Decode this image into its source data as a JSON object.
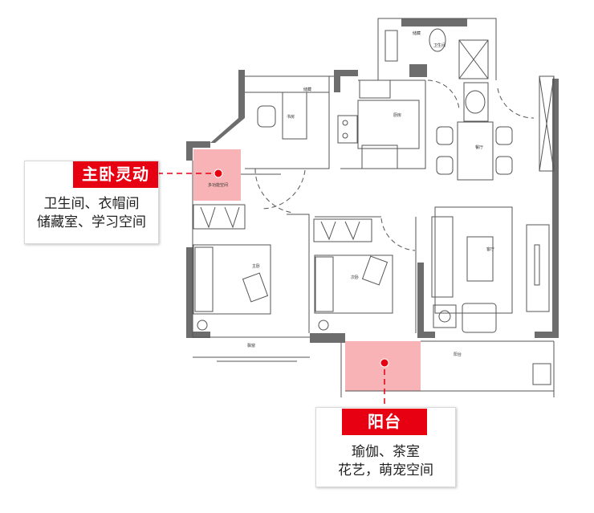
{
  "rooms": {
    "storage_top": "储藏",
    "toilet": "卫生间",
    "study": "书房",
    "study_storage": "储藏",
    "kitchen": "厨房",
    "dining": "餐厅",
    "multi_space": "多功能空间",
    "master_bedroom": "主卧",
    "second_bedroom": "次卧",
    "living_room": "客厅",
    "bay_window": "飘窗",
    "balcony": "阳台"
  },
  "callouts": [
    {
      "title": "主卧灵动",
      "lines": [
        "卫生间、衣帽间",
        "储藏室、学习空间"
      ]
    },
    {
      "title": "阳台",
      "lines": [
        "瑜伽、茶室",
        "花艺，萌宠空间"
      ]
    }
  ],
  "colors": {
    "accent": "#e60012",
    "highlight": "#f7b3b5",
    "wall": "#6d6d6d"
  }
}
